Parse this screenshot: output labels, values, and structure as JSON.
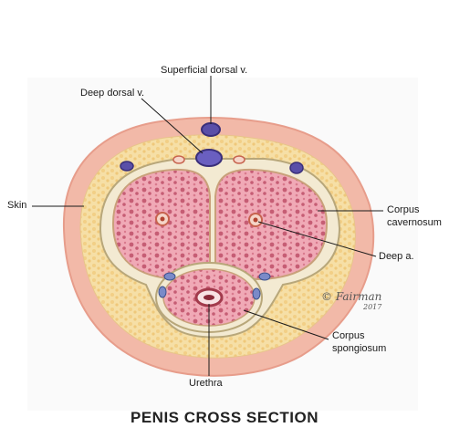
{
  "labels": {
    "superficial_dorsal_v": "Superficial dorsal v.",
    "deep_dorsal_v": "Deep dorsal v.",
    "skin": "Skin",
    "corpus_cavernosum_1": "Corpus",
    "corpus_cavernosum_2": "cavernosum",
    "deep_a": "Deep a.",
    "corpus_spongiosum_1": "Corpus",
    "corpus_spongiosum_2": "spongiosum",
    "urethra": "Urethra"
  },
  "title": "PENIS CROSS SECTION",
  "signature": {
    "name": "Fairman",
    "year": "2017"
  },
  "colors": {
    "skin_outer": "#f2b9a8",
    "fat_layer": "#f6dfa6",
    "tunica": "#f3ead2",
    "erectile": "#e48a9c",
    "vein": "#5a4fa8"
  }
}
